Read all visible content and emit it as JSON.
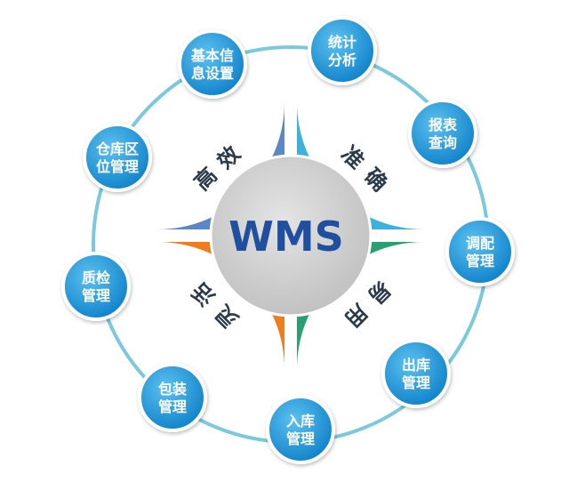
{
  "center": {
    "label": "WMS"
  },
  "quadrants": [
    {
      "chars": [
        "高",
        "效"
      ],
      "color": "#5b87c6"
    },
    {
      "chars": [
        "准",
        "确"
      ],
      "color": "#3bb1dd"
    },
    {
      "chars": [
        "易",
        "用"
      ],
      "color": "#2a9f72"
    },
    {
      "chars": [
        "灵",
        "活"
      ],
      "color": "#ee7d1e"
    }
  ],
  "nodes": [
    {
      "lines": [
        "基本信",
        "息设置"
      ]
    },
    {
      "lines": [
        "统计",
        "分析"
      ]
    },
    {
      "lines": [
        "报表",
        "查询"
      ]
    },
    {
      "lines": [
        "调配",
        "管理"
      ]
    },
    {
      "lines": [
        "出库",
        "管理"
      ]
    },
    {
      "lines": [
        "入库",
        "管理"
      ]
    },
    {
      "lines": [
        "包装",
        "管理"
      ]
    },
    {
      "lines": [
        "质检",
        "管理"
      ]
    },
    {
      "lines": [
        "仓库区",
        "位管理"
      ]
    }
  ],
  "colors": {
    "ring": "#7ac9dc",
    "node_fill": "#1f97db",
    "node_border": "#ffffff",
    "center_fill": "#d3d3d3",
    "center_text": "#1f4f9e"
  }
}
